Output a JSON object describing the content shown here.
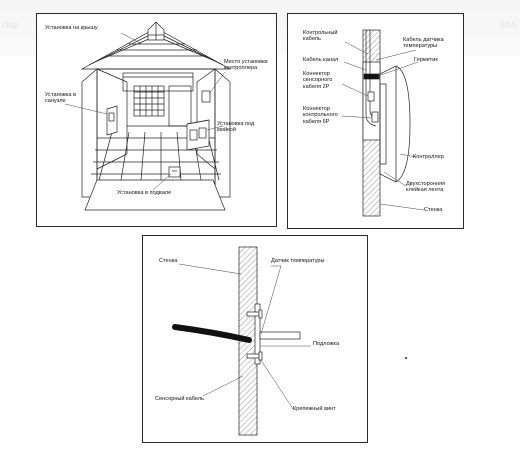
{
  "banner": {
    "left_text": "Пар",
    "right_text": "00A"
  },
  "house_panel": {
    "labels": {
      "roof": "Установка на крышу",
      "controller_place": "Место установки\nконтроллера",
      "bathroom": "Установка в\nсанузле",
      "under_sink": "Установка под\nмойкой",
      "basement": "Установка в подвале"
    }
  },
  "controller_panel": {
    "labels": {
      "control_cable": "Контрольный\nкабель",
      "sensor_cable": "Кабель датчика\nтемпературы",
      "cable_channel": "Кабель канал",
      "sealant": "Герметик",
      "connector_2p": "Коннектор\nсенсорного\nкабеля 2P",
      "connector_6p": "Коннектор\nконтрольного\nкабеля 6P",
      "controller": "Контроллер",
      "tape": "Двухсторонняя\nклейкая лента",
      "wall": "Стенка"
    }
  },
  "sensor_panel": {
    "labels": {
      "wall": "Стенка",
      "temp_sensor": "Датчик температуры",
      "base": "Подложка",
      "sensor_cable": "Сенсорный кабель",
      "screw": "Крепежный винт"
    }
  }
}
